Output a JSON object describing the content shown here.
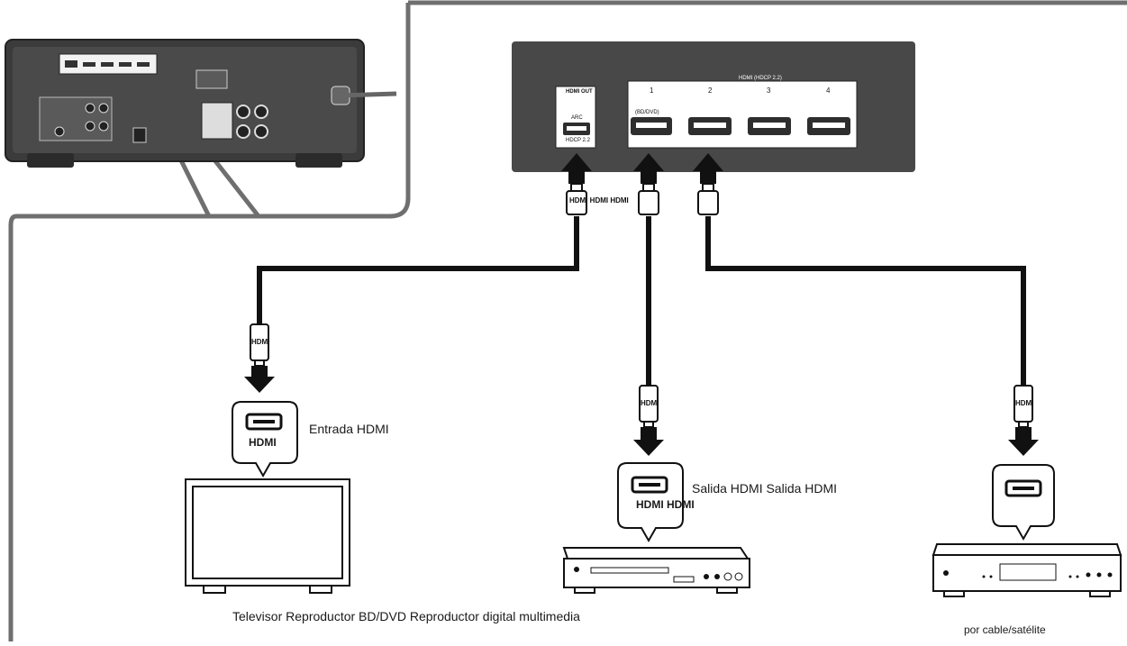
{
  "panel": {
    "hdmi_out_label": "HDMI OUT",
    "arc_label": "ARC",
    "hdcp_label": "HDCP 2.2",
    "hdmi_group_label": "HDMI (HDCP 2.2)",
    "input_numbers": [
      "1",
      "2",
      "3",
      "4"
    ],
    "input1_sub_label": "(BD/DVD)"
  },
  "cable_tags": {
    "top_row": "HDMI HDMI HDMI",
    "cable_tag": "HDMI"
  },
  "devices": {
    "tv": {
      "port_label": "HDMI",
      "callout": "Entrada HDMI"
    },
    "bd_player": {
      "port_label": "HDMI HDMI",
      "callout": "Salida HDMI Salida HDMI"
    }
  },
  "captions": {
    "bottom_line": "Televisor Reproductor BD/DVD Reproductor digital multimedia",
    "far_right": "por cable/satélite"
  },
  "colors": {
    "panel": "#484848",
    "cable": "#111111",
    "outline": "#6f6f6f"
  }
}
